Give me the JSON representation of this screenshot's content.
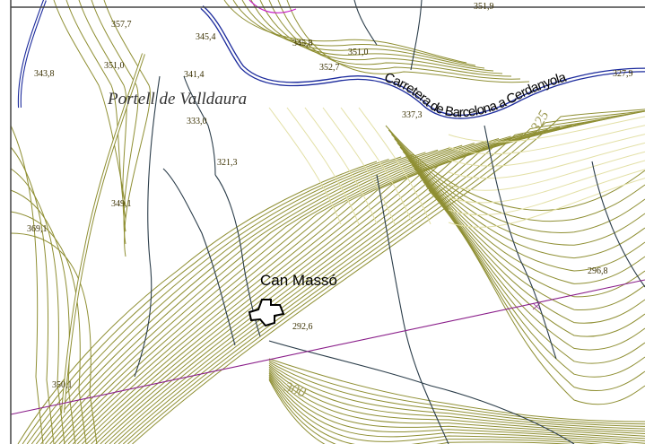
{
  "map": {
    "place_name": "Portell de Valldaura",
    "feature_name": "Can Massó",
    "road_name": "Carretera de Barcelona a Cerdanyola",
    "contour_labels": [
      "325",
      "300"
    ],
    "spot_heights": [
      "357,7",
      "345,4",
      "345,8",
      "351,0",
      "351,0",
      "352,7",
      "343,8",
      "341,4",
      "333,0",
      "337,3",
      "327,9",
      "321,3",
      "349,1",
      "369,1",
      "296,8",
      "292,6",
      "350,1",
      "351,9"
    ],
    "colors": {
      "contour": "#8f8f33",
      "contour_light": "#e3e0a6",
      "stream": "#2b3d4a",
      "road": "#1b2a9c",
      "power_line": "#8a1e8a",
      "frame": "#444444"
    }
  }
}
